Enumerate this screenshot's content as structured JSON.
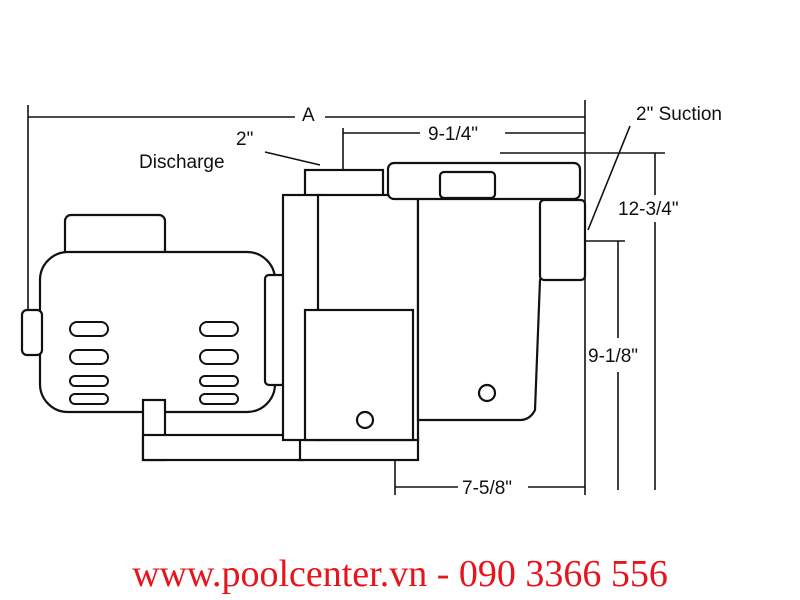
{
  "dimensions": {
    "overall_length": "A",
    "suction": "2\" Suction",
    "discharge_size": "2\"",
    "discharge_label": "Discharge",
    "width_top": "9-1/4\"",
    "height_total": "12-3/4\"",
    "height_suction": "9-1/8\"",
    "base_length": "7-5/8\""
  },
  "footer": {
    "text": "www.poolcenter.vn - 090 3366 556",
    "color": "#e8141c"
  }
}
